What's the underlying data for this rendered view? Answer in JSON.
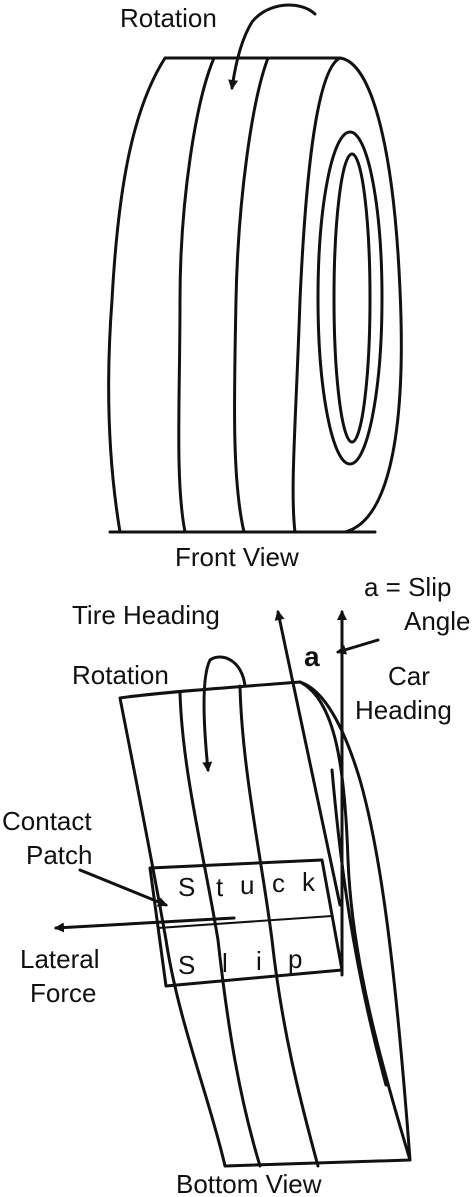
{
  "front": {
    "rotation_label": "Rotation",
    "view_label": "Front View"
  },
  "bottom": {
    "tire_heading_label": "Tire Heading",
    "slip_angle_label_line1": "a = Slip",
    "slip_angle_label_line2": "Angle",
    "angle_symbol": "a",
    "car_heading_line1": "Car",
    "car_heading_line2": "Heading",
    "rotation_label": "Rotation",
    "contact_patch_line1": "Contact",
    "contact_patch_line2": "Patch",
    "lateral_force_line1": "Lateral",
    "lateral_force_line2": "Force",
    "stuck_letters": [
      "S",
      "t",
      "u",
      "c",
      "k"
    ],
    "slip_letters": [
      "S",
      "l",
      "i",
      "p"
    ],
    "view_label": "Bottom View"
  }
}
